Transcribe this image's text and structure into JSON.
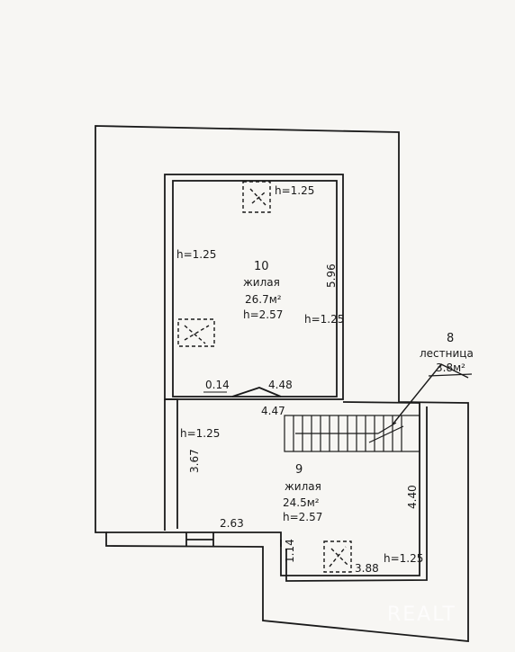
{
  "rooms": [
    {
      "number": "10",
      "name": "жилая",
      "area": "26.7м²",
      "height": "h=2.57"
    },
    {
      "number": "9",
      "name": "жилая",
      "area": "24.5м²",
      "height": "h=2.57"
    },
    {
      "number": "8",
      "name": "лестница",
      "area": "3.8м²"
    }
  ],
  "heights": [
    "h=1.25",
    "h=1.25",
    "h=1.25",
    "h=1.25",
    "h=1.25"
  ],
  "dimensions": [
    "5.96",
    "0.14",
    "4.48",
    "4.47",
    "3.67",
    "4.40",
    "2.63",
    "1.14",
    "3.88"
  ],
  "watermark": "REALT",
  "colors": {
    "line": "#1a1a1a",
    "paper": "#f7f6f3"
  }
}
